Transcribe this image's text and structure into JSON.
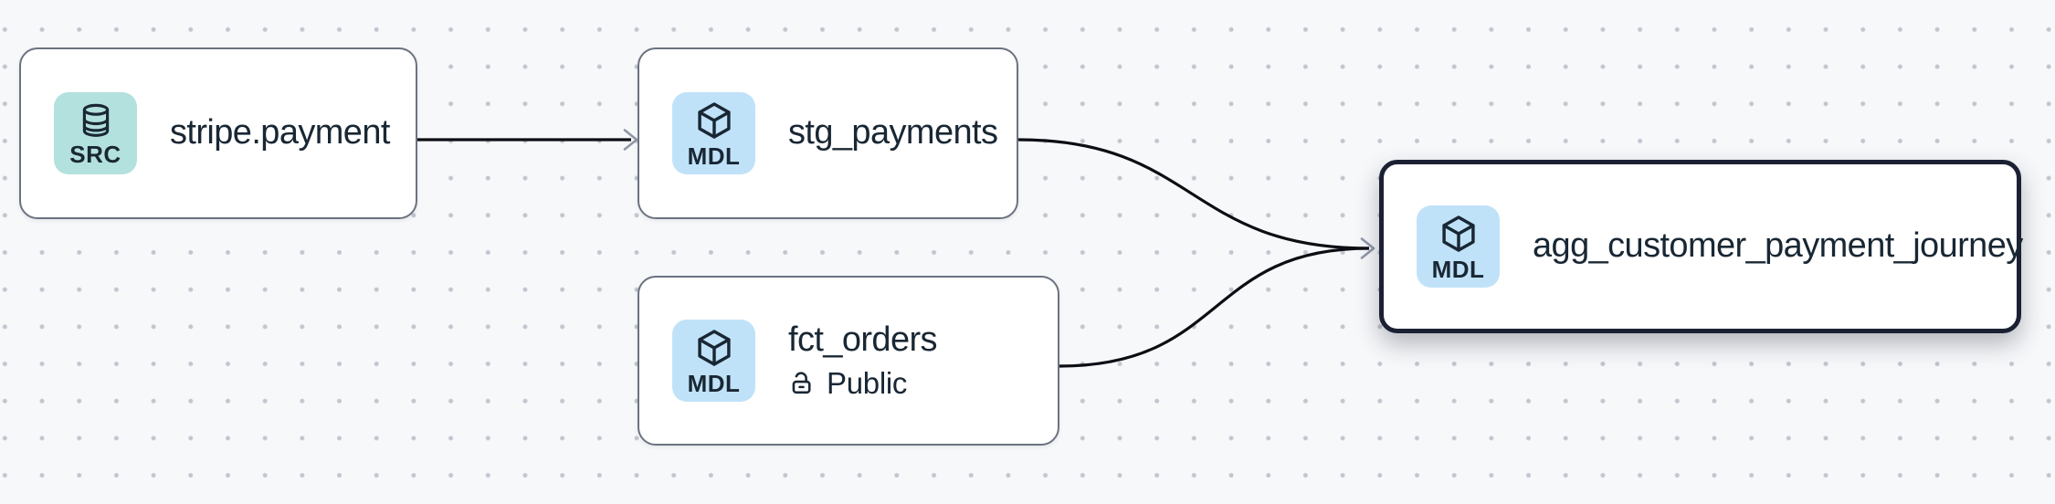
{
  "canvas": {
    "background": "#f7f8fa",
    "dot_color": "#c1c5ce",
    "edge_color": "#0c0e13",
    "arrowhead_color": "#8f98a7",
    "node_border_color": "#6b7380",
    "selected_border_color": "#1b2133",
    "text_color": "#192734",
    "badge_src_bg": "#b3e1dd",
    "badge_mdl_bg": "#c0e2f8"
  },
  "nodes": [
    {
      "id": "stripe.payment",
      "label": "stripe.payment",
      "badge": {
        "label": "SRC",
        "icon": "database-icon"
      },
      "selected": false
    },
    {
      "id": "stg_payments",
      "label": "stg_payments",
      "badge": {
        "label": "MDL",
        "icon": "cube-icon"
      },
      "selected": false
    },
    {
      "id": "fct_orders",
      "label": "fct_orders",
      "badge": {
        "label": "MDL",
        "icon": "cube-icon"
      },
      "access_icon": "unlock-icon",
      "access_label": "Public",
      "selected": false
    },
    {
      "id": "agg_customer_payment_journey",
      "label": "agg_customer_payment_journey",
      "badge": {
        "label": "MDL",
        "icon": "cube-icon"
      },
      "selected": true
    }
  ],
  "edges": [
    {
      "from": "stripe.payment",
      "to": "stg_payments"
    },
    {
      "from": "stg_payments",
      "to": "agg_customer_payment_journey"
    },
    {
      "from": "fct_orders",
      "to": "agg_customer_payment_journey"
    }
  ]
}
